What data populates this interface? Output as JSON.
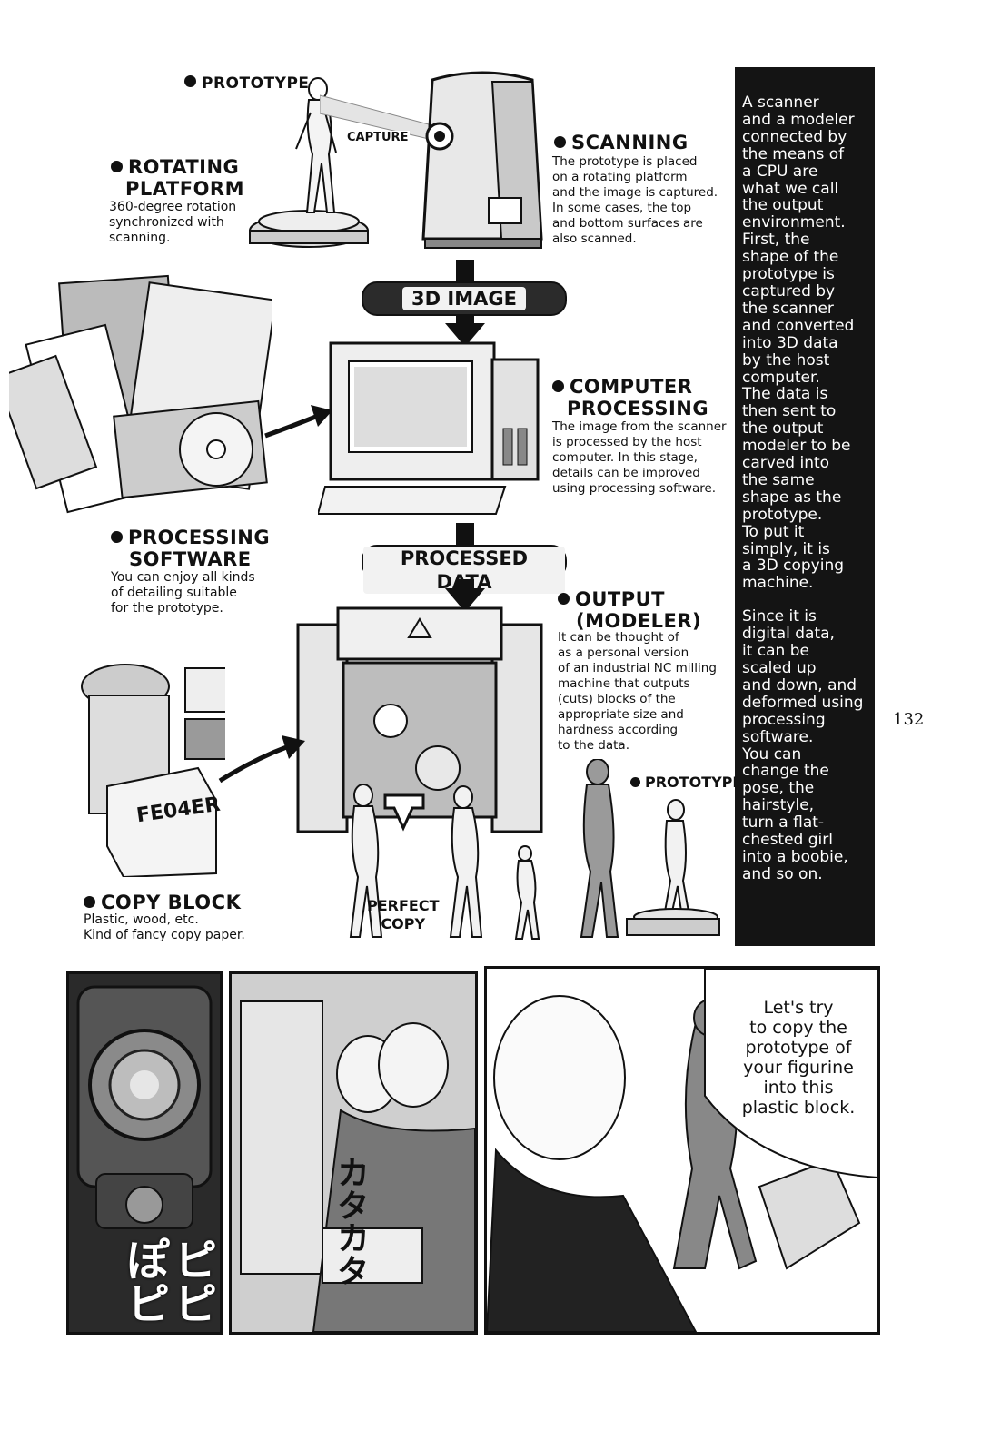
{
  "labels": {
    "prototype_top": "PROTOTYPE",
    "capture": "CAPTURE",
    "rotating_platform": [
      "ROTATING",
      "PLATFORM"
    ],
    "rotating_platform_desc": [
      "360-degree rotation",
      "synchronized with",
      "scanning."
    ],
    "scanning": "SCANNING",
    "scanning_desc": [
      "The prototype is placed",
      "on a rotating platform",
      "and the image is captured.",
      "In some cases, the top",
      "and bottom surfaces are",
      "also scanned."
    ],
    "step_3d_image": "3D IMAGE",
    "computer_processing": [
      "COMPUTER",
      "PROCESSING"
    ],
    "computer_processing_desc": [
      "The image from the scanner",
      "is processed by the host",
      "computer. In this stage,",
      "details can be improved",
      "using processing software."
    ],
    "processing_software": [
      "PROCESSING",
      "SOFTWARE"
    ],
    "processing_software_desc": [
      "You can enjoy all kinds",
      "of detailing suitable",
      "for the prototype."
    ],
    "step_processed_data": "PROCESSED DATA",
    "output": [
      "OUTPUT",
      "(MODELER)"
    ],
    "output_desc": [
      "It can be thought of",
      "as a personal version",
      "of an industrial NC milling",
      "machine that outputs",
      "(cuts) blocks of the",
      "appropriate size and",
      "hardness according",
      "to the data."
    ],
    "prototype_bottom": "PROTOTYPE",
    "copy_block": "COPY BLOCK",
    "copy_block_desc": [
      "Plastic, wood, etc.",
      "Kind of fancy copy paper."
    ],
    "perfect_copy": [
      "PERFECT",
      "COPY"
    ],
    "block_stamp": "FE04ER"
  },
  "sidebar": {
    "para1": [
      "A scanner",
      "and a modeler",
      "connected by",
      "the means of",
      "a CPU are",
      "what we call",
      "the output",
      "environment.",
      "First, the",
      "shape of the",
      "prototype is",
      "captured by",
      "the scanner",
      "and converted",
      "into 3D data",
      "by the host",
      "computer.",
      "The data is",
      "then sent to",
      "the output",
      "modeler to be",
      "carved into",
      "the same",
      "shape as the",
      "prototype.",
      "To put it",
      "simply, it is",
      "a 3D copying",
      "machine."
    ],
    "para2": [
      "Since it is",
      "digital data,",
      "it can be",
      "scaled up",
      "and down, and",
      "deformed using",
      "processing",
      "software.",
      "You can",
      "change the",
      "pose, the",
      "hairstyle,",
      "turn a flat-",
      "chested girl",
      "into a boobie,",
      "and so on."
    ]
  },
  "page_number": "132",
  "manga": {
    "sfx_panel1": "ピピぽピ",
    "sfx_panel2": "カタカタ",
    "speech": [
      "Let's try",
      "to copy the",
      "prototype of",
      "your figurine",
      "into this",
      "plastic block."
    ]
  }
}
